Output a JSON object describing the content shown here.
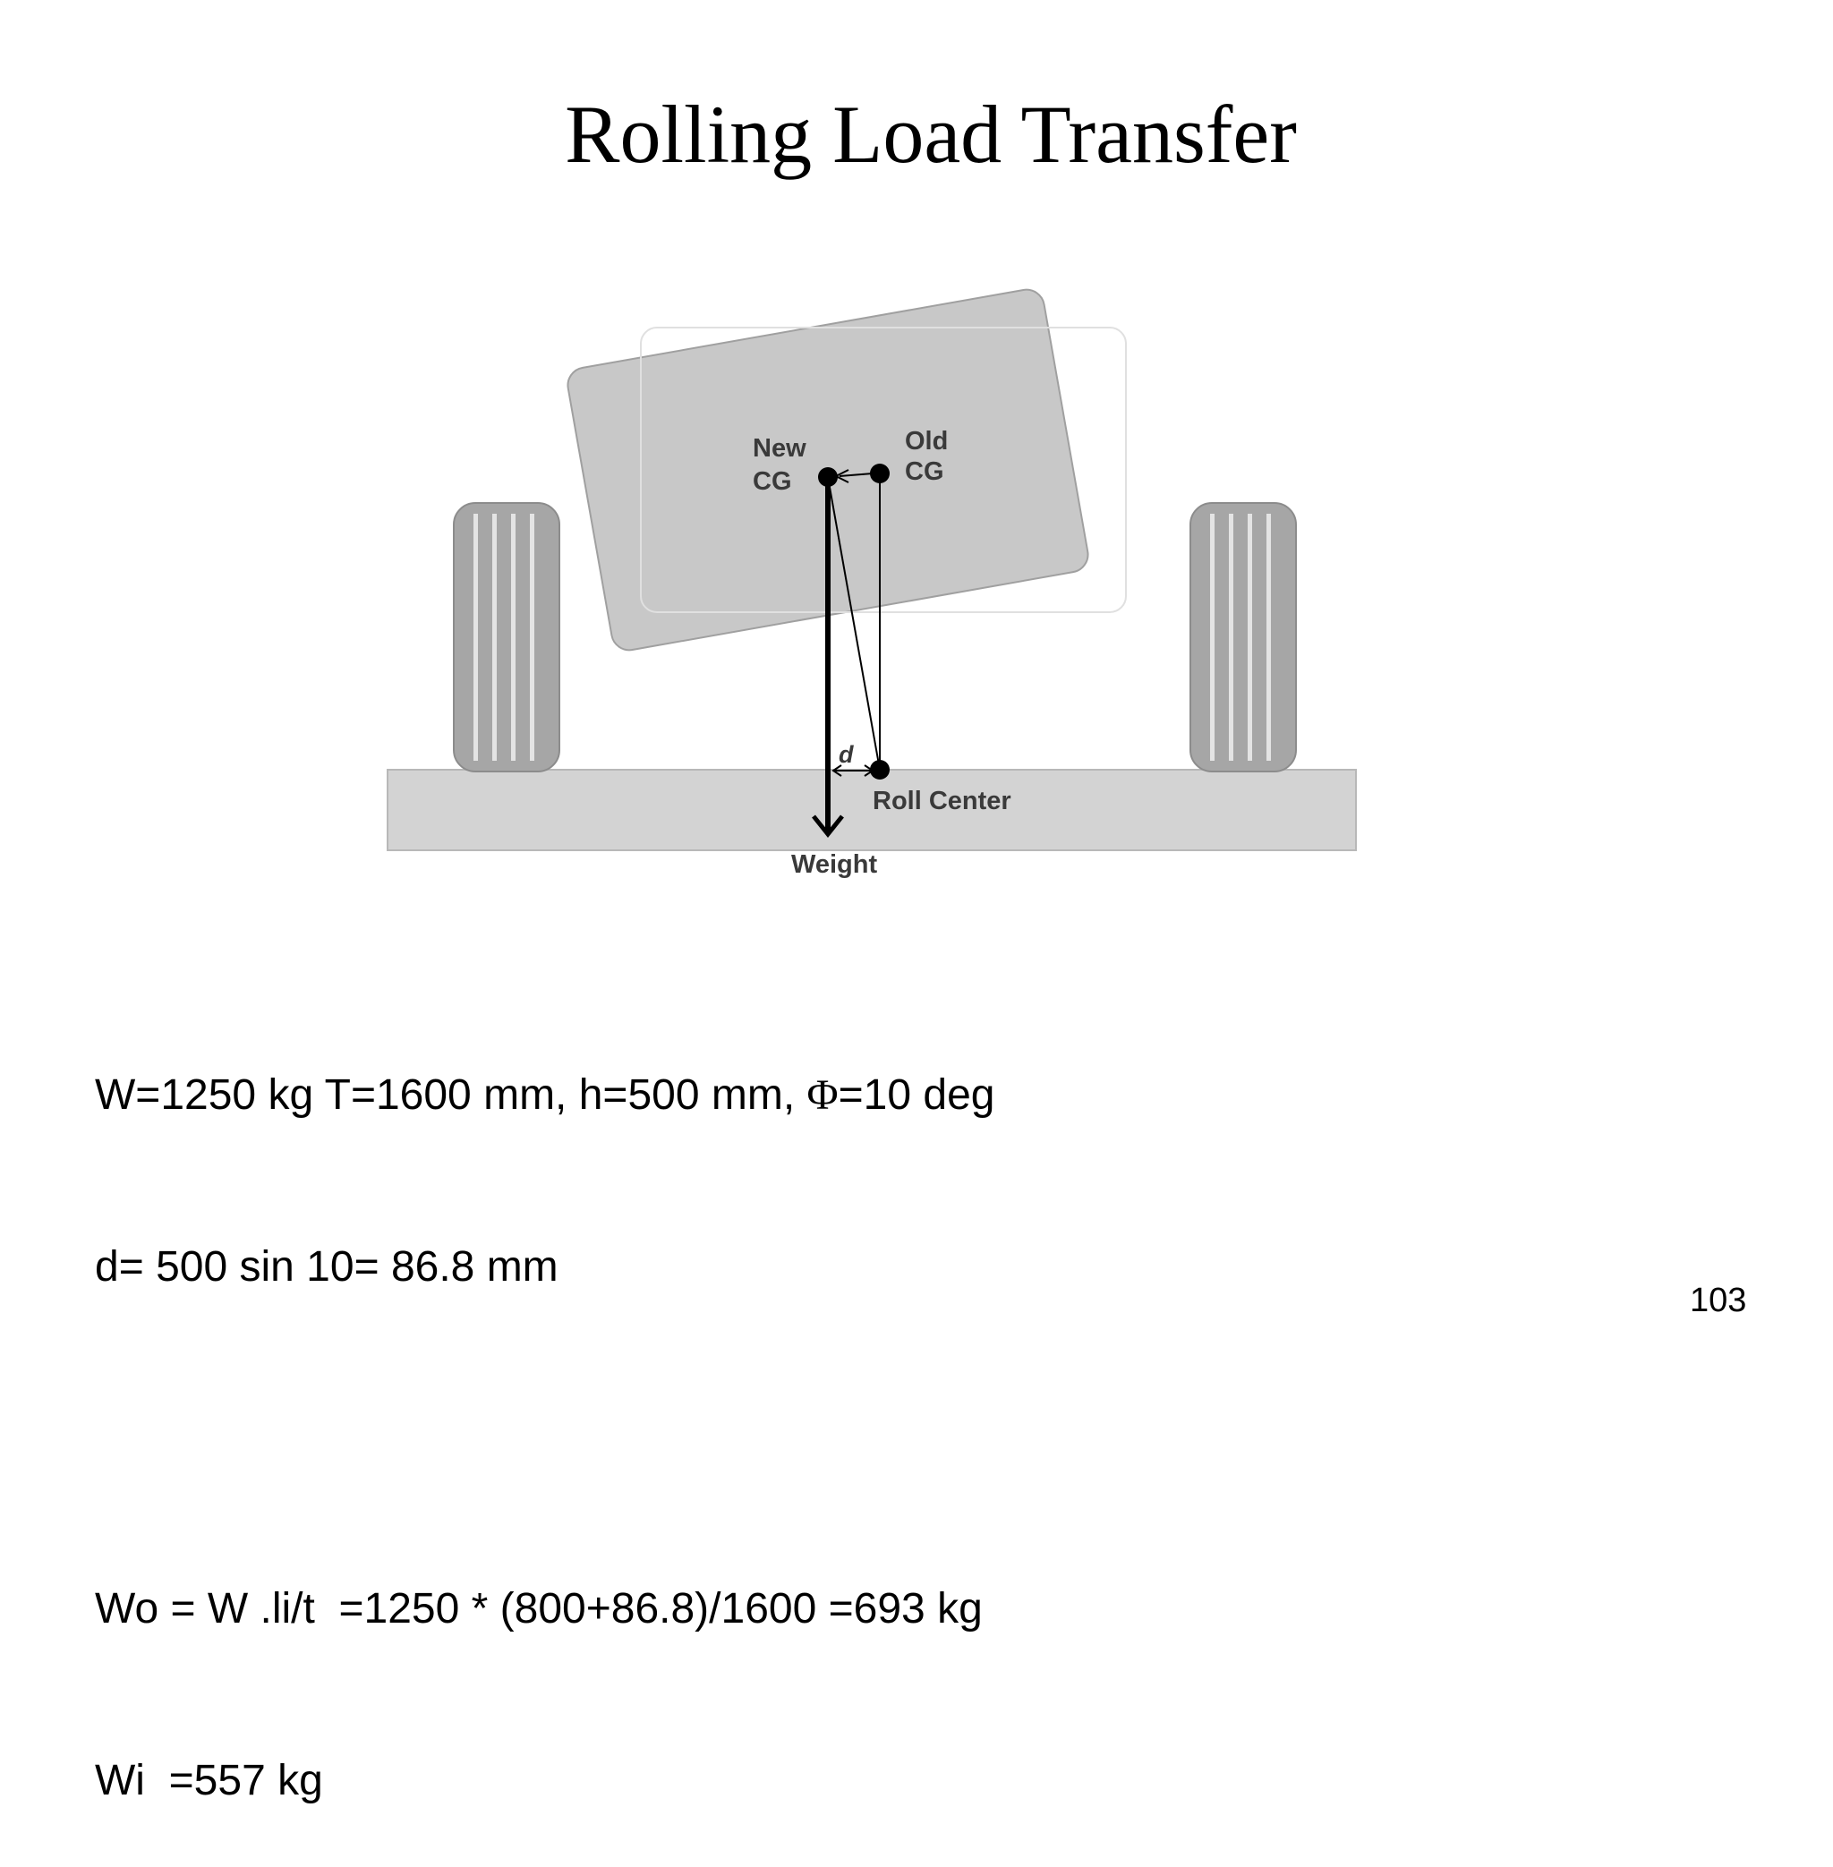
{
  "slide": {
    "title": "Rolling Load Transfer",
    "page_number": "103"
  },
  "diagram": {
    "labels": {
      "new_cg_line1": "New",
      "new_cg_line2": "CG",
      "old_cg_line1": "Old",
      "old_cg_line2": "CG",
      "d": "d",
      "roll_center": "Roll Center",
      "weight": "Weight"
    },
    "colors": {
      "body_fill": "#c8c8c8",
      "road_fill": "#d3d3d3",
      "tire_fill": "#a6a6a6",
      "tire_tread": "#e4e4e4",
      "ink": "#000000"
    }
  },
  "equations": {
    "line1_prefix": "W=1250 kg T=1600 mm, h=500 mm, ",
    "line1_phi": "Φ",
    "line1_suffix": "=10 deg",
    "line2": "d= 500 sin 10= 86.8 mm",
    "line3": "Wo = W .li/t  =1250 * (800+86.8)/1600 =693 kg",
    "line4": "Wi  =557 kg"
  }
}
